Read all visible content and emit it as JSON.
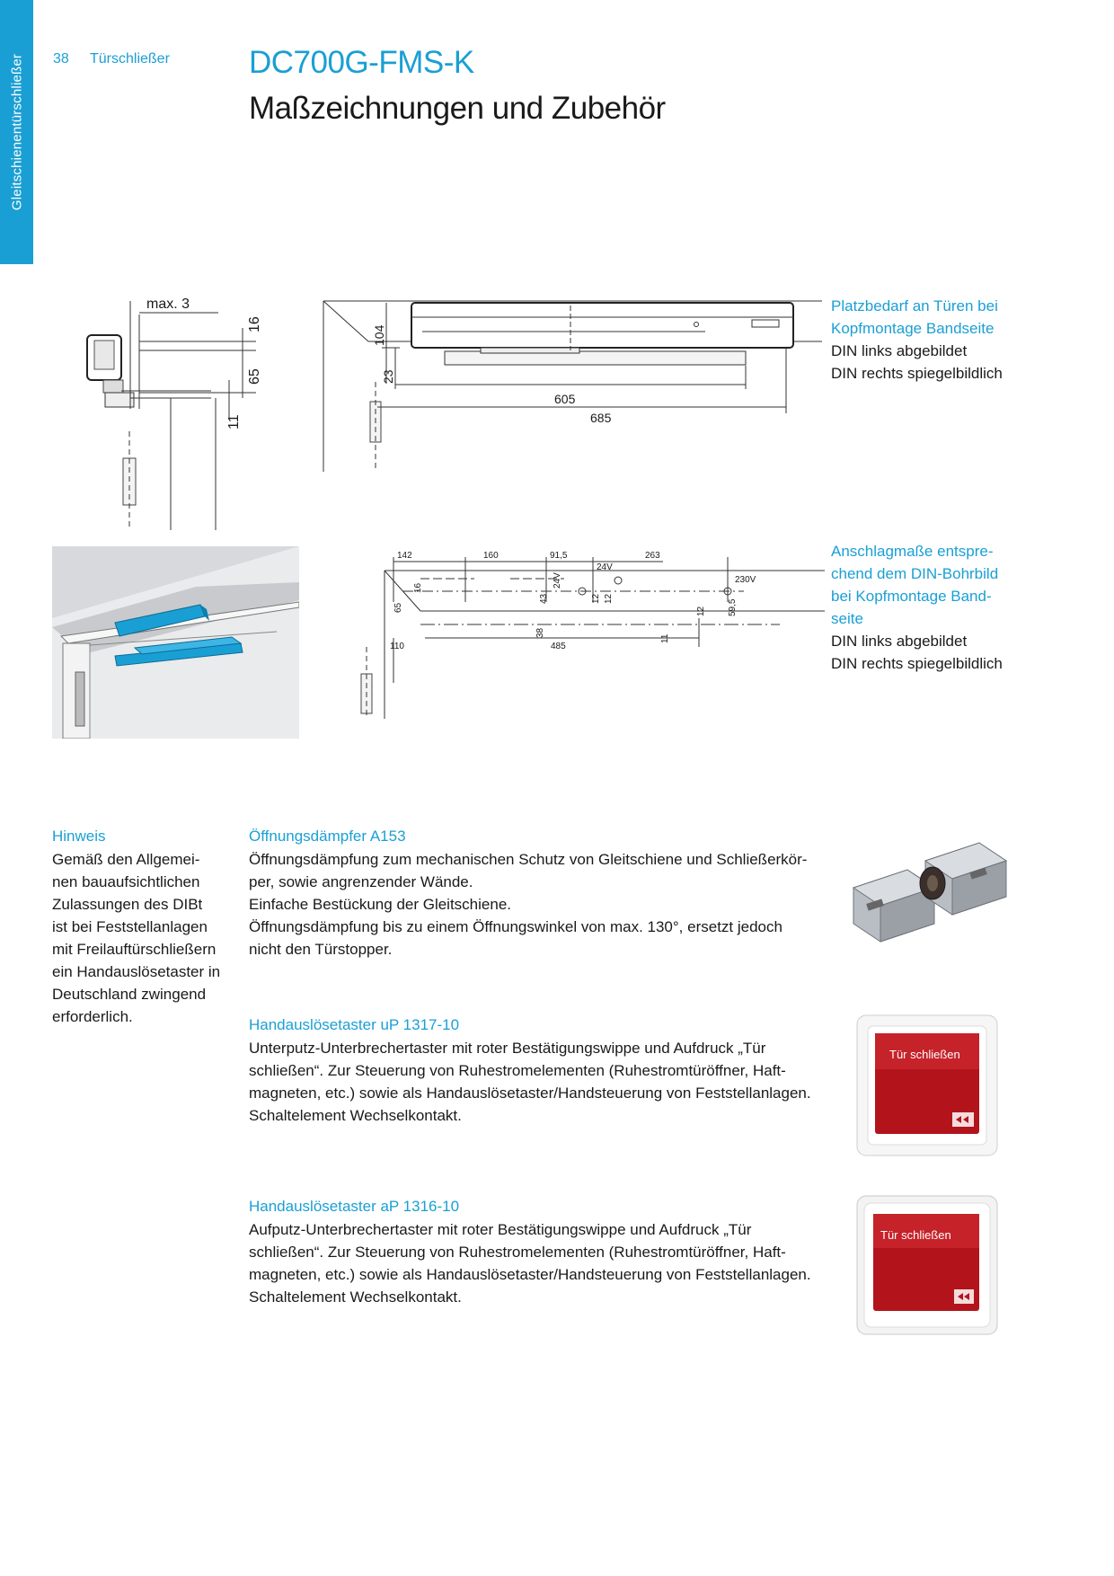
{
  "side_tab": {
    "label": "Gleitschienentürschließer"
  },
  "header": {
    "page_number": "38",
    "section": "Türschließer",
    "title": "DC700G-FMS-K",
    "subtitle": "Maßzeichnungen und Zubehör"
  },
  "drawing1": {
    "caption_head": [
      "Platzbedarf an Türen bei",
      "Kopfmontage Bandseite"
    ],
    "caption_text": [
      "DIN links abgebildet",
      "DIN rechts spiegelbildlich"
    ],
    "dims": {
      "max3": "max. 3",
      "d16": "16",
      "d65": "65",
      "d11": "11",
      "d104": "104",
      "d23": "23",
      "d605": "605",
      "d685": "685"
    }
  },
  "drawing2": {
    "caption_head": [
      "Anschlagmaße entspre-",
      "chend dem DIN-Bohrbild",
      "bei Kopfmontage Band-",
      "seite"
    ],
    "caption_text": [
      "DIN links abgebildet",
      "DIN rechts spiegelbildlich"
    ],
    "dims": {
      "d142": "142",
      "d160": "160",
      "d91_5": "91,5",
      "d263": "263",
      "v24a": "24V",
      "v24b": "24V",
      "v230": "230V",
      "d16": "16",
      "d65": "65",
      "d43": "43",
      "d12a": "12",
      "d12b": "12",
      "d38": "38",
      "d11": "11",
      "d12c": "12",
      "d59_5": "59,5",
      "d110": "110",
      "d485": "485"
    }
  },
  "note": {
    "heading": "Hinweis",
    "lines": [
      "Gemäß den Allgemei-",
      "nen bauaufsichtlichen",
      "Zulassungen des DIBt",
      "ist bei Feststellanlagen",
      "mit Freilauftürschließern",
      "ein Handauslösetaster in",
      "Deutschland zwingend",
      "erforderlich."
    ]
  },
  "products": [
    {
      "heading": "Öffnungsdämpfer A153",
      "lines": [
        "Öffnungsdämpfung zum mechanischen Schutz von Gleitschiene und Schließerkör-",
        "per, sowie angrenzender Wände.",
        "Einfache Bestückung der Gleitschiene.",
        "Öffnungsdämpfung bis zu einem Öffnungswinkel von max. 130°, ersetzt jedoch",
        "nicht den Türstopper."
      ]
    },
    {
      "heading": "Handauslösetaster uP 1317-10",
      "lines": [
        "Unterputz-Unterbrechertaster mit roter Bestätigungswippe und Aufdruck „Tür",
        "schließen“. Zur Steuerung von Ruhestromelementen (Ruhestromtüröffner, Haft-",
        "magneten, etc.) sowie als Handauslösetaster/Handsteuerung von Feststellanlagen.",
        "Schaltelement Wechselkontakt."
      ],
      "switch_label": "Tür schließen"
    },
    {
      "heading": "Handauslösetaster aP 1316-10",
      "lines": [
        "Aufputz-Unterbrechertaster mit roter Bestätigungswippe und Aufdruck „Tür",
        "schließen“. Zur Steuerung von Ruhestromelementen (Ruhestromtüröffner, Haft-",
        "magneten, etc.) sowie als Handauslösetaster/Handsteuerung von Feststellanlagen.",
        "Schaltelement Wechselkontakt."
      ],
      "switch_label": "Tür schließen"
    }
  ],
  "colors": {
    "accent": "#1a9fd4",
    "text": "#1a1a1a",
    "switch_red": "#b3141c"
  }
}
